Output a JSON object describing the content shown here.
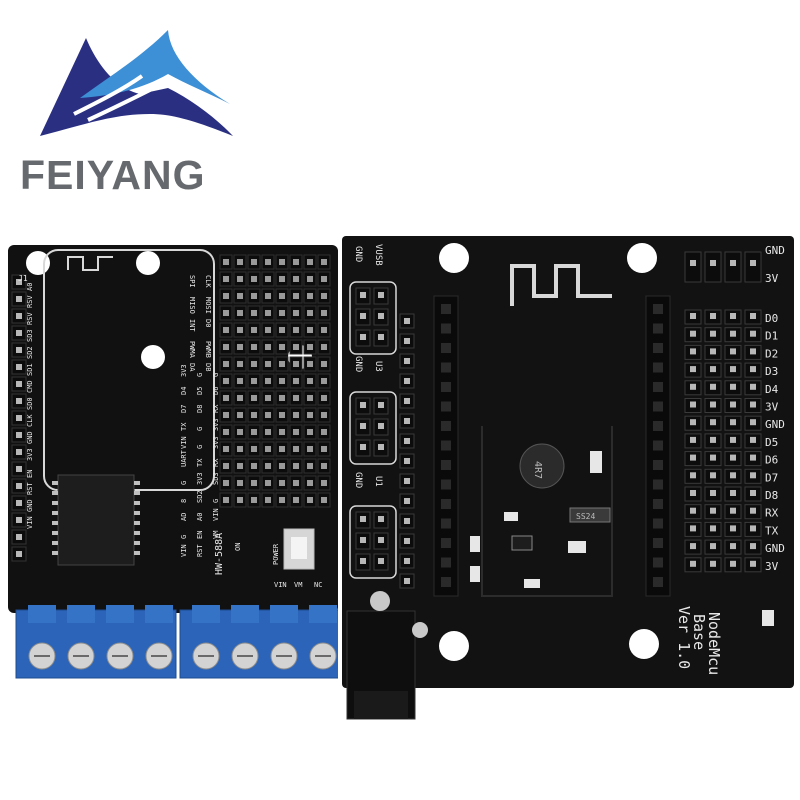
{
  "brand": {
    "name": "FEIYANG",
    "logo_icon": "wave-icon",
    "colors": {
      "navy": "#2a2f82",
      "sky": "#3d8fd6",
      "text": "#666a6e"
    }
  },
  "left_board": {
    "model": "HW-588A",
    "header_label": "J1",
    "left_pins": [
      "A0",
      "RSV",
      "RSV",
      "SD3",
      "SD2",
      "SD1",
      "CMD",
      "SD0",
      "CLK",
      "GND",
      "3V3",
      "EN",
      "RST",
      "GND",
      "VIN"
    ],
    "top_labels": [
      "SPI",
      "CLK",
      "MISO",
      "MOSI",
      "INT",
      "D0",
      "PWMA",
      "PWMB",
      "DA",
      "DB"
    ],
    "mid_labels": [
      "3V3",
      "G",
      "G",
      "D4",
      "D5",
      "D6",
      "D7",
      "D8",
      "RX",
      "TX",
      "G",
      "3V3",
      "VIN",
      "G",
      "3V3",
      "UART",
      "TX",
      "RX",
      "G",
      "3V3",
      "SD3",
      "8",
      "SD2",
      "G",
      "AD",
      "A0",
      "VIN",
      "G",
      "EN",
      "VM",
      "VIN",
      "RST"
    ],
    "switch_labels": [
      "POWER",
      "ON"
    ],
    "bottom_labels": [
      "VIN",
      "VM",
      "NC"
    ],
    "terminal_count": 8,
    "colors": {
      "pcb": "#111111",
      "terminal": "#2b64b8"
    }
  },
  "right_board": {
    "name_lines": [
      "NodeMcu",
      "Base",
      "Ver 1.0"
    ],
    "side_labels": [
      "VUSB",
      "GND",
      "GND",
      "U3",
      "GND",
      "U1"
    ],
    "top_labels": [
      "GND",
      "3V"
    ],
    "pin_labels": [
      "D0",
      "D1",
      "D2",
      "D3",
      "D4",
      "3V",
      "GND",
      "D5",
      "D6",
      "D7",
      "D8",
      "RX",
      "TX",
      "GND",
      "3V"
    ],
    "regulator_marking": "4R7",
    "diode_marking": "SS24",
    "colors": {
      "pcb": "#121212",
      "silkscreen": "#e8e8e8"
    }
  }
}
